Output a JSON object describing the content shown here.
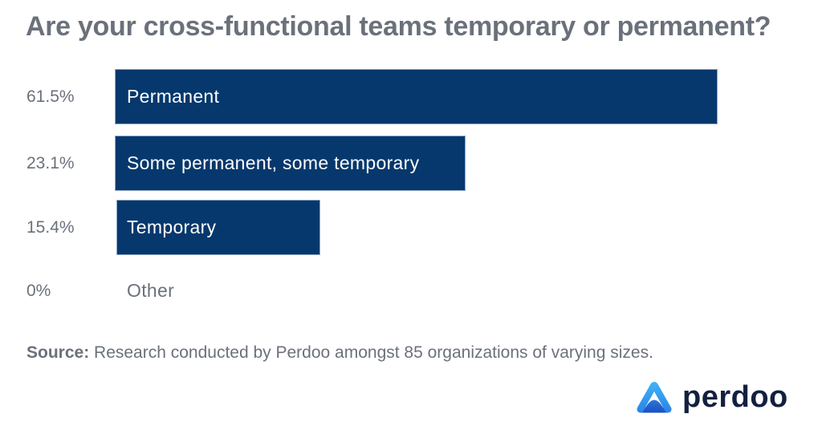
{
  "title": "Are your cross-functional teams temporary or permanent?",
  "chart_data": {
    "type": "bar",
    "orientation": "horizontal",
    "title": "Are your cross-functional teams temporary or permanent?",
    "categories": [
      "Permanent",
      "Some permanent, some temporary",
      "Temporary",
      "Other"
    ],
    "values": [
      61.5,
      23.1,
      15.4,
      0
    ],
    "value_labels": [
      "61.5%",
      "23.1%",
      "15.4%",
      "0%"
    ],
    "xlabel": "",
    "ylabel": "",
    "unit": "%",
    "grid": false,
    "legend": false,
    "bar_color": "#06386D"
  },
  "rows": [
    {
      "pct": "61.5%",
      "label": "Permanent"
    },
    {
      "pct": "23.1%",
      "label": "Some permanent, some temporary"
    },
    {
      "pct": "15.4%",
      "label": "Temporary"
    },
    {
      "pct": "0%",
      "label": "Other"
    }
  ],
  "source": {
    "prefix": "Source:",
    "text": " Research conducted by Perdoo amongst 85 organizations of varying sizes."
  },
  "logo": {
    "icon": "perdoo-triangle-logo-icon",
    "text": "perdoo"
  },
  "colors": {
    "bar": "#06386D",
    "text_gray": "#6B717B",
    "logo_text": "#13203F",
    "logo_blue_light": "#3FA9F5",
    "logo_blue_dark": "#1E5FD1"
  }
}
